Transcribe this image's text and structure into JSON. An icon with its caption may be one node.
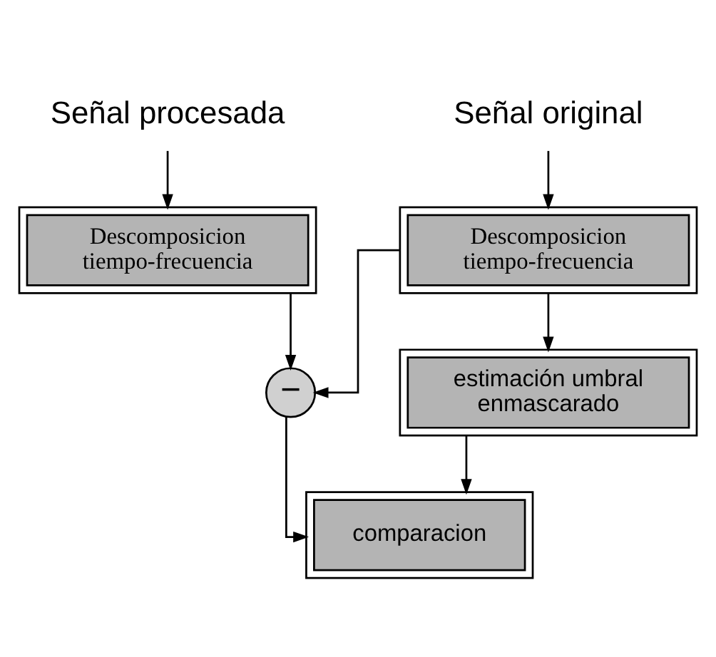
{
  "diagram": {
    "nodes": [
      {
        "text": [
          "Señal procesada"
        ]
      },
      {
        "text": [
          "Señal original"
        ]
      },
      {
        "text": [
          "Descomposicion tiempo-frecuencia"
        ]
      },
      {
        "text": [
          "Descomposicion tiempo-frecuencia"
        ]
      },
      {
        "text": [
          "−"
        ]
      },
      {
        "text": [
          "estimación umbral enmascarado"
        ]
      },
      {
        "text": [
          "comparacion"
        ]
      }
    ],
    "edges": [
      {
        "from": 0,
        "to": 2,
        "arrow": "to"
      },
      {
        "from": 1,
        "to": 3,
        "arrow": "to"
      },
      {
        "from": 2,
        "to": 4,
        "arrow": "to"
      },
      {
        "from": 3,
        "to": 4,
        "arrow": "to"
      },
      {
        "from": 3,
        "to": 5,
        "arrow": "to"
      },
      {
        "from": 4,
        "to": 6,
        "arrow": "to"
      },
      {
        "from": 5,
        "to": 6,
        "arrow": "to"
      }
    ]
  }
}
